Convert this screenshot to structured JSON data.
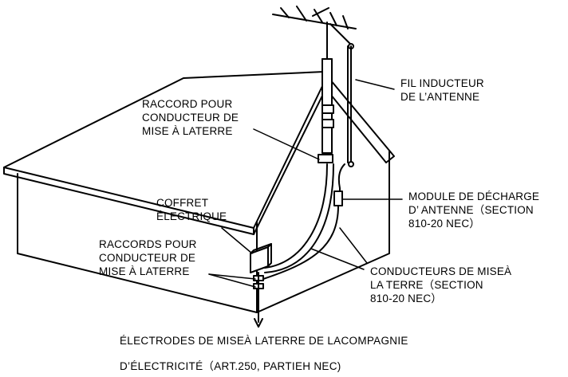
{
  "labels": {
    "antenna_lead_in": [
      "FIL INDUCTEUR",
      "DE L’ANTENNE"
    ],
    "ground_clamp_top": [
      "RACCORD POUR",
      "CONDUCTEUR DE",
      "MISE À LATERRE"
    ],
    "discharge_unit": [
      "MODULE DE DÉCHARGE",
      "D’ ANTENNE（SECTION",
      "810-20 NEC）"
    ],
    "service_box": [
      "COFFRET",
      "ÉLECTRIQUE"
    ],
    "ground_clamps_bottom": [
      "RACCORDS POUR",
      "CONDUCTEUR DE",
      "MISE À LATERRE"
    ],
    "grounding_conductors": [
      "CONDUCTEURS DE MISEÀ",
      "LA TERRE（SECTION",
      "810-20 NEC）"
    ]
  },
  "caption": {
    "line1": "ÉLECTRODES DE MISEÀ LATERRE DE LACOMPAGNIE",
    "line2": "D’ÉLECTRICITÉ（ART.250, PARTIEH NEC)"
  }
}
